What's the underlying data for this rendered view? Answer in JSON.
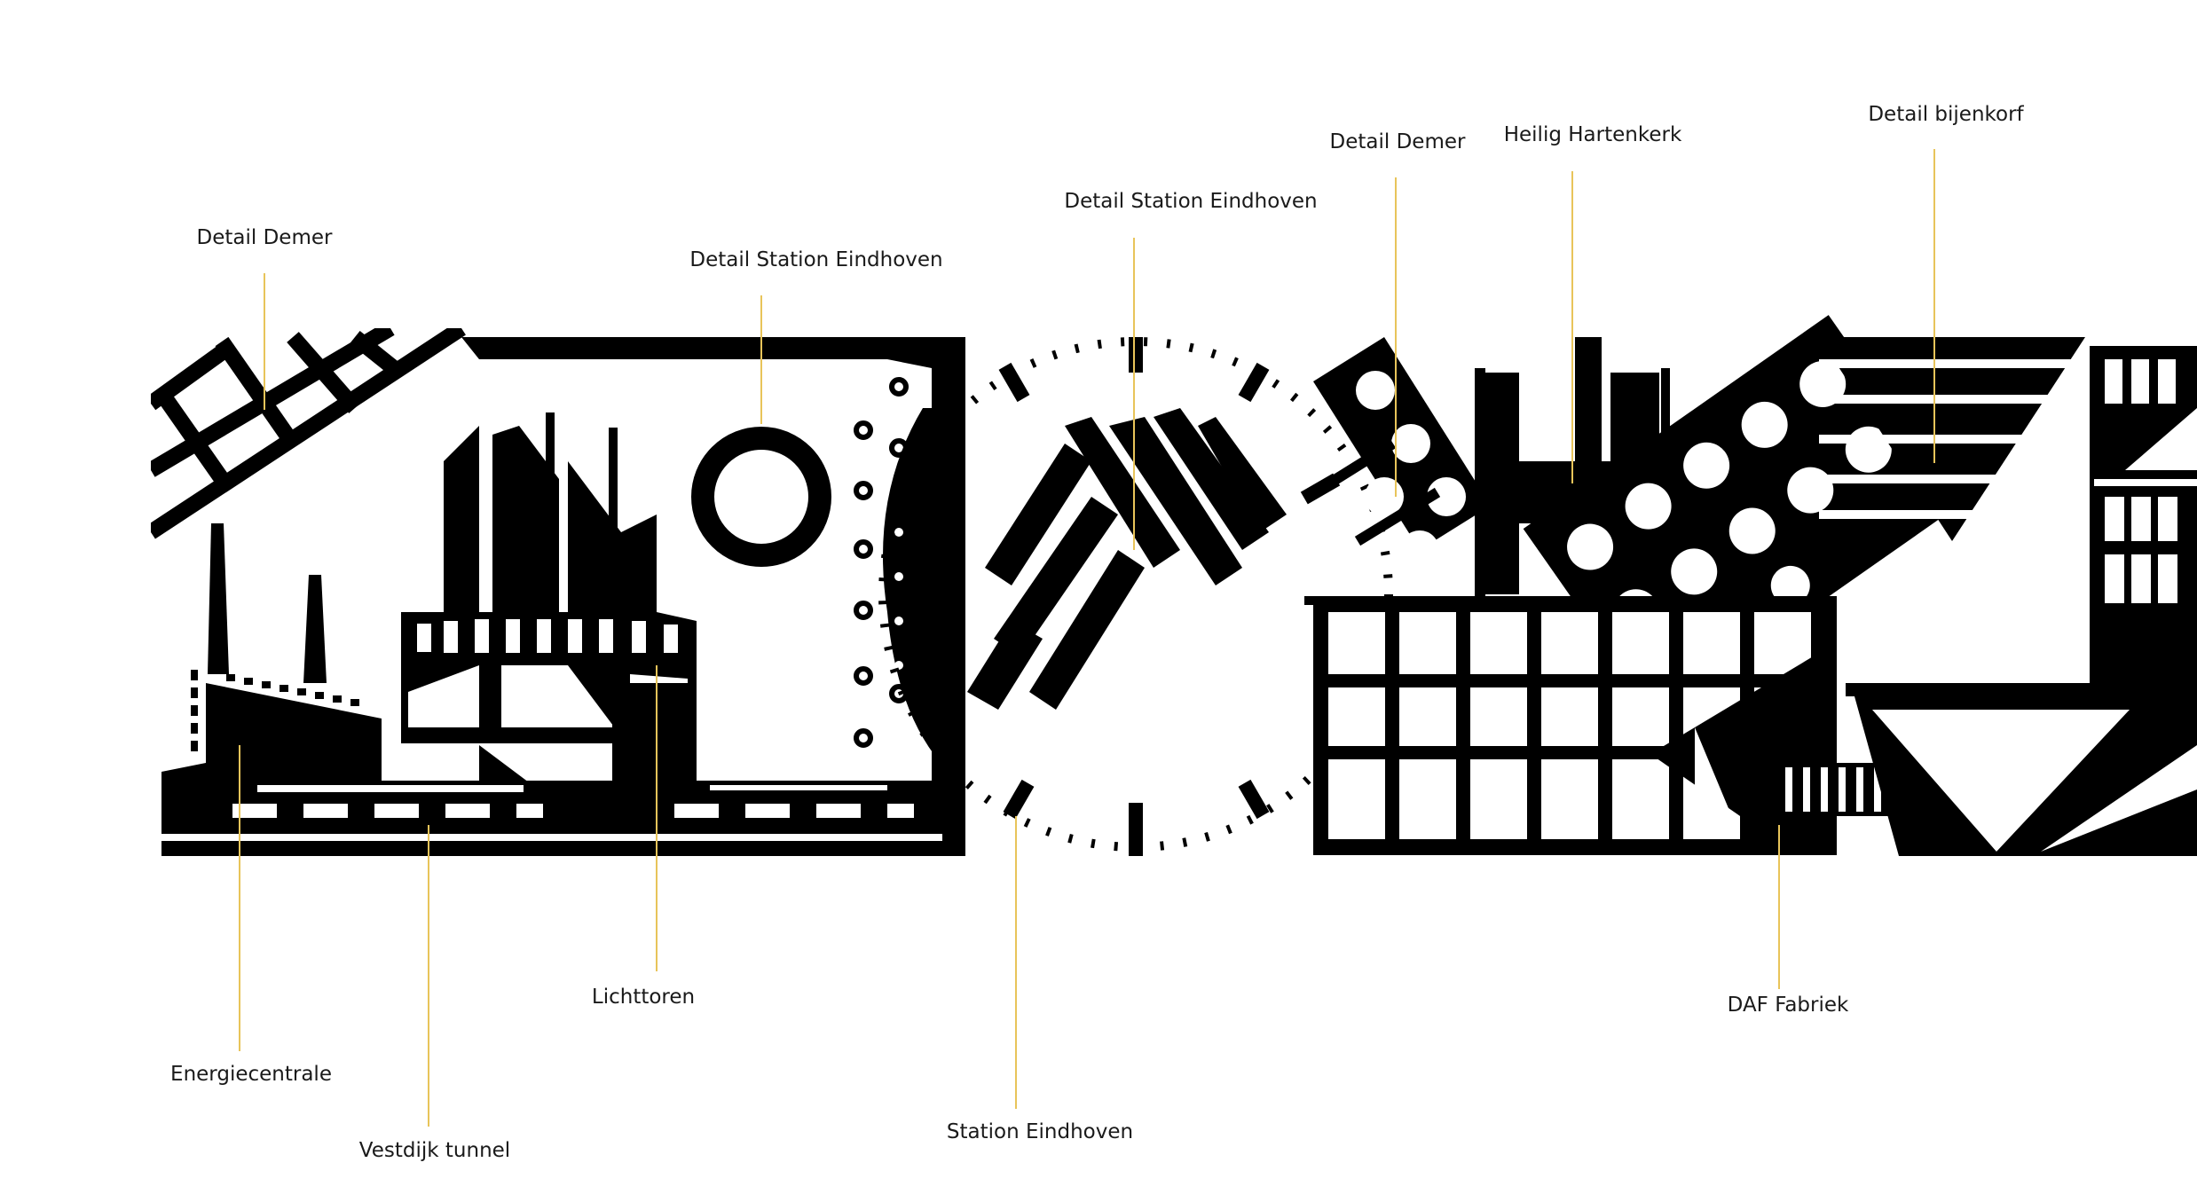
{
  "colors": {
    "ink": "#000000",
    "paper": "#ffffff",
    "leader": "#e8c45a",
    "text": "#1a1a1a"
  },
  "labels": {
    "detail_demer_left": "Detail Demer",
    "detail_station_left": "Detail Station Eindhoven",
    "detail_station_center": "Detail Station Eindhoven",
    "detail_demer_right": "Detail Demer",
    "heilig_hartenkerk": "Heilig Hartenkerk",
    "detail_bijenkorf": "Detail bijenkorf",
    "energiecentrale": "Energiecentrale",
    "vestdijk_tunnel": "Vestdijk tunnel",
    "lichttoren": "Lichttoren",
    "station_eindhoven": "Station Eindhoven",
    "daf_fabriek": "DAF Fabriek"
  }
}
